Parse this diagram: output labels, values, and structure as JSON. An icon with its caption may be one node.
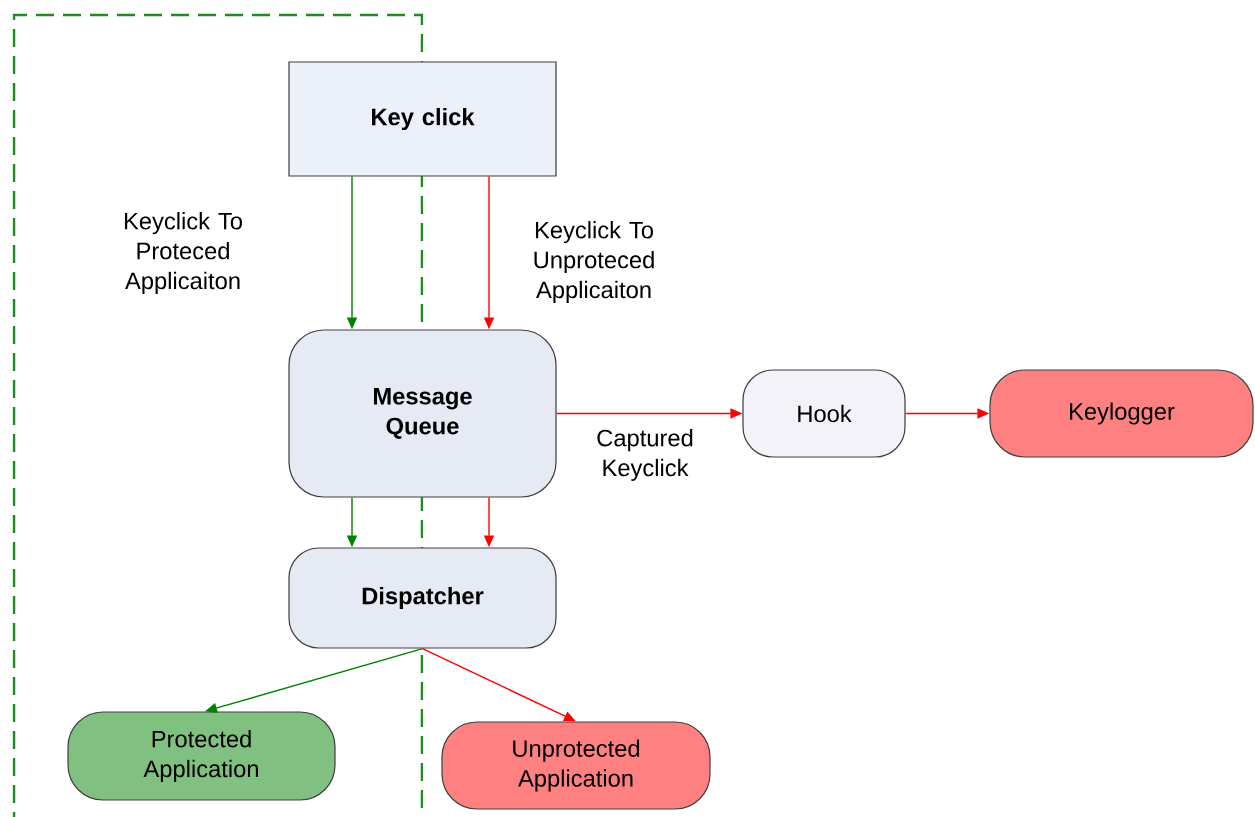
{
  "diagram": {
    "nodes": [
      {
        "text": [
          "Key click"
        ]
      },
      {
        "text": [
          "Message Queue"
        ]
      },
      {
        "text": [
          "Dispatcher"
        ]
      },
      {
        "text": [
          "Hook"
        ]
      },
      {
        "text": [
          "Keylogger"
        ]
      },
      {
        "text": [
          "Protected Application"
        ]
      },
      {
        "text": [
          "Unprotected Application"
        ]
      }
    ],
    "edges": [
      {
        "from": 0,
        "to": 1,
        "arrow": "to",
        "color": "#008000",
        "label": "Keyclick To Proteced Applicaiton"
      },
      {
        "from": 0,
        "to": 1,
        "arrow": "to",
        "label": "Keyclick To Unproteced Applicaiton"
      },
      {
        "from": 1,
        "to": 3,
        "arrow": "to",
        "label": "Captured Keyclick"
      },
      {
        "from": 3,
        "to": 4,
        "arrow": "to"
      },
      {
        "from": 1,
        "to": 2,
        "arrow": "to",
        "color": "#008000"
      },
      {
        "from": 1,
        "to": 2,
        "arrow": "to"
      },
      {
        "from": 2,
        "to": 5,
        "arrow": "to",
        "color": "#008000"
      },
      {
        "from": 2,
        "to": 6,
        "arrow": "to"
      }
    ]
  }
}
